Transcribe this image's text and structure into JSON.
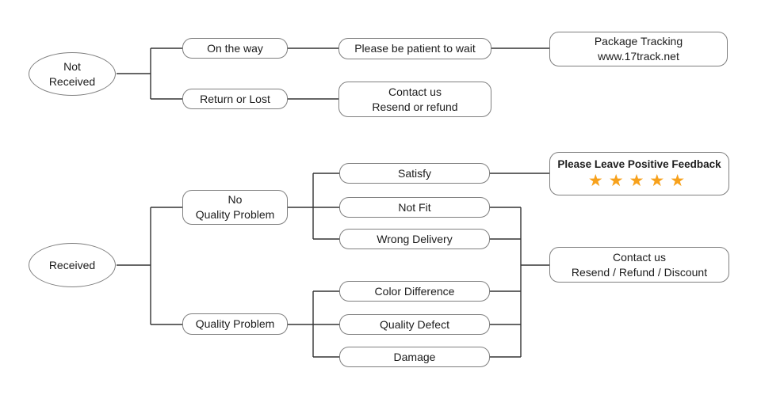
{
  "flowchart": {
    "title_hint": "delivery issue decision flowchart",
    "not_received": {
      "line1": "Not",
      "line2": "Received"
    },
    "on_the_way": {
      "label": "On the way"
    },
    "please_wait": {
      "label": "Please be patient to wait"
    },
    "package_tracking": {
      "line1": "Package Tracking",
      "line2": "www.17track.net"
    },
    "return_or_lost": {
      "label": "Return or Lost"
    },
    "contact_resend_refund": {
      "line1": "Contact us",
      "line2": "Resend or refund"
    },
    "received": {
      "label": "Received"
    },
    "no_quality_problem": {
      "line1": "No",
      "line2": "Quality Problem"
    },
    "satisfy": {
      "label": "Satisfy"
    },
    "not_fit": {
      "label": "Not Fit"
    },
    "wrong_delivery": {
      "label": "Wrong Delivery"
    },
    "positive_feedback": {
      "label": "Please Leave Positive Feedback",
      "stars_text": "★★★★★",
      "star_count": 5,
      "star_color": "#F7A11B"
    },
    "quality_problem": {
      "label": "Quality Problem"
    },
    "color_difference": {
      "label": "Color Difference"
    },
    "quality_defect": {
      "label": "Quality Defect"
    },
    "damage": {
      "label": "Damage"
    },
    "contact_resend_refund_discount": {
      "line1": "Contact us",
      "line2": "Resend / Refund / Discount"
    }
  },
  "colors": {
    "background": "#ffffff",
    "connector_line": "#333333",
    "box_border": "#7f7f7f",
    "text": "#1c1c1c",
    "star": "#F7A11B"
  }
}
